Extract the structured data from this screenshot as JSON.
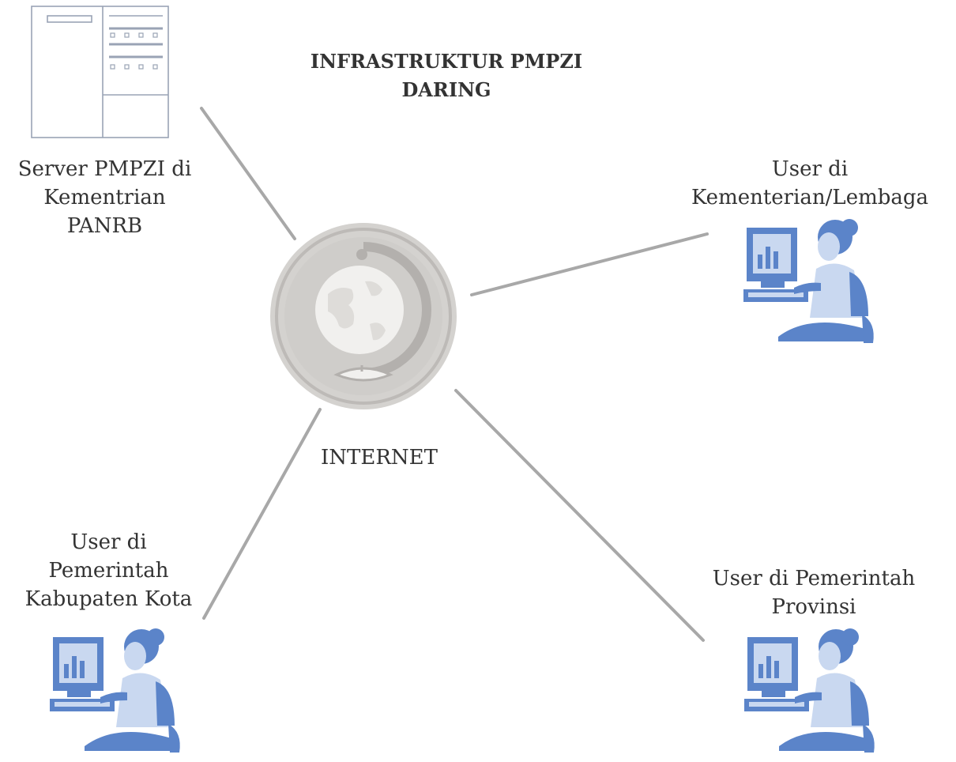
{
  "diagram": {
    "title_lines": [
      "INFRASTRUKTUR PMPZI",
      "DARING"
    ],
    "nodes": {
      "server": {
        "lines": [
          "Server PMPZI di",
          "Kementrian",
          "PANRB"
        ],
        "icon": "server-icon"
      },
      "internet": {
        "lines": [
          "INTERNET"
        ],
        "icon": "globe-icon"
      },
      "user_kl": {
        "lines": [
          "User di",
          "Kementerian/Lembaga"
        ],
        "icon": "computer-user-icon"
      },
      "user_kab": {
        "lines": [
          "User di",
          "Pemerintah",
          "Kabupaten Kota"
        ],
        "icon": "computer-user-icon"
      },
      "user_prov": {
        "lines": [
          "User di Pemerintah",
          "Provinsi"
        ],
        "icon": "computer-user-icon"
      }
    },
    "colors": {
      "connector": "#a8a8a8",
      "user_icon": "#5b84c9",
      "user_icon_light": "#c9d8f0",
      "globe": "#c8c6c4",
      "server_line": "#9aa3b5"
    }
  }
}
